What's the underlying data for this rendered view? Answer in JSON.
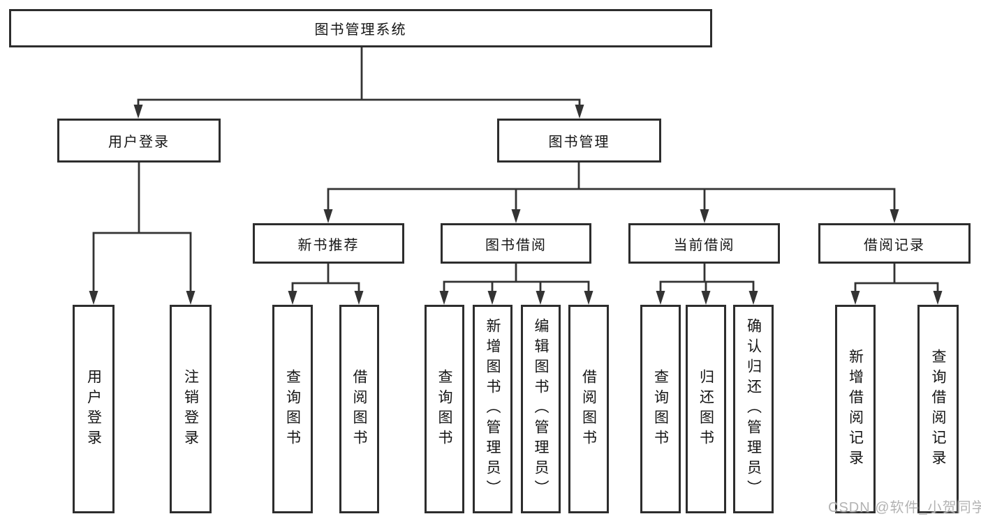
{
  "diagram": {
    "title": "图书管理系统",
    "branches": [
      {
        "label": "用户登录",
        "children": [
          {
            "label": "用户登录"
          },
          {
            "label": "注销登录"
          }
        ]
      },
      {
        "label": "图书管理",
        "children": [
          {
            "label": "新书推荐",
            "children": [
              {
                "label": "查询图书"
              },
              {
                "label": "借阅图书"
              }
            ]
          },
          {
            "label": "图书借阅",
            "children": [
              {
                "label": "查询图书"
              },
              {
                "label": "新增图书（管理员）"
              },
              {
                "label": "编辑图书（管理员）"
              },
              {
                "label": "借阅图书"
              }
            ]
          },
          {
            "label": "当前借阅",
            "children": [
              {
                "label": "查询图书"
              },
              {
                "label": "归还图书"
              },
              {
                "label": "确认归还（管理员）"
              }
            ]
          },
          {
            "label": "借阅记录",
            "children": [
              {
                "label": "新增借阅记录"
              },
              {
                "label": "查询借阅记录"
              }
            ]
          }
        ]
      }
    ]
  },
  "watermark": {
    "text": "CSDN @软件_小贺同学"
  },
  "colors": {
    "line": "#333333",
    "box_border": "#2d2d2d",
    "box_fill": "#ffffff",
    "text": "#151515",
    "watermark": "#b3b3b3",
    "background": "#ffffff"
  }
}
